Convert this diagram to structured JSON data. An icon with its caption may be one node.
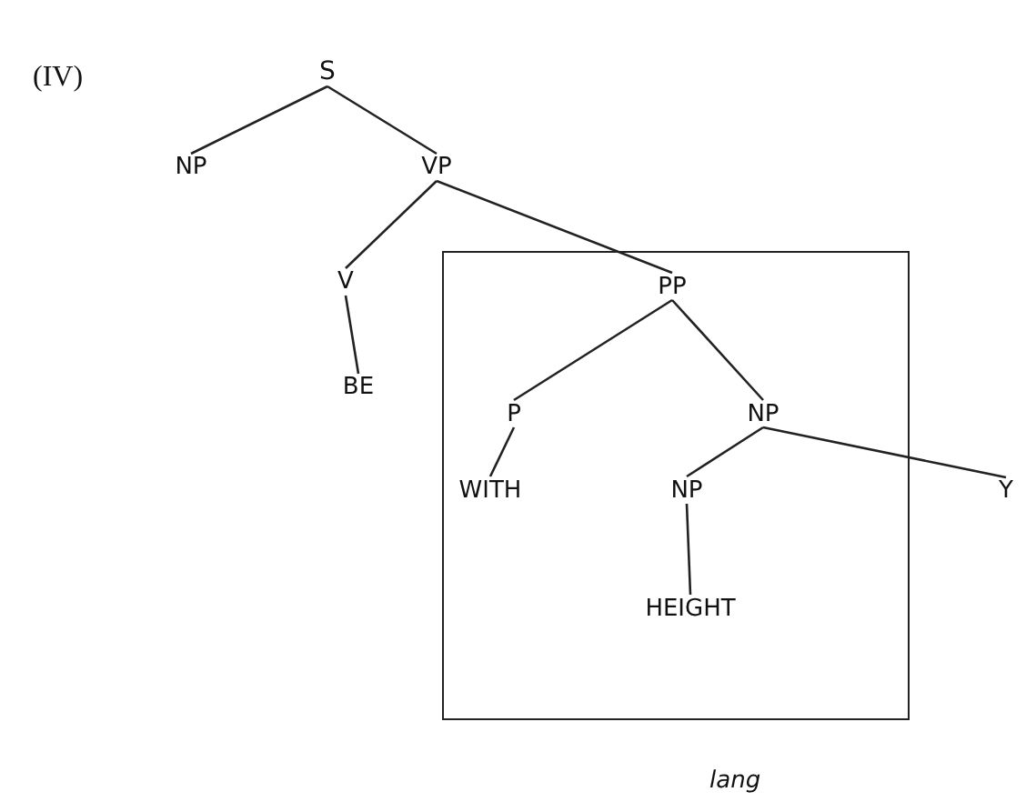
{
  "diagram": {
    "nodes": [
      {
        "text": [
          "S"
        ]
      },
      {
        "text": [
          "NP"
        ]
      },
      {
        "text": [
          "VP"
        ]
      },
      {
        "text": [
          "V"
        ]
      },
      {
        "text": [],
        "shape": "box"
      },
      {
        "text": [
          "PP"
        ],
        "in": 4
      },
      {
        "text": [
          "BE"
        ]
      },
      {
        "text": [
          "P"
        ],
        "in": 4
      },
      {
        "text": [
          "NP"
        ],
        "in": 4
      },
      {
        "text": [
          "WITH"
        ],
        "in": 4
      },
      {
        "text": [
          "NP"
        ],
        "in": 4
      },
      {
        "text": [
          "Y"
        ]
      },
      {
        "text": [
          "HEIGHT"
        ],
        "in": 4
      }
    ],
    "edges": [
      {
        "from": 0,
        "to": 1,
        "arrow": "none"
      },
      {
        "from": 0,
        "to": 2,
        "arrow": "none"
      },
      {
        "from": 2,
        "to": 3,
        "arrow": "none"
      },
      {
        "from": 2,
        "to": 5,
        "arrow": "none"
      },
      {
        "from": 3,
        "to": 6,
        "arrow": "none"
      },
      {
        "from": 5,
        "to": 7,
        "arrow": "none"
      },
      {
        "from": 5,
        "to": 8,
        "arrow": "none"
      },
      {
        "from": 7,
        "to": 9,
        "arrow": "none"
      },
      {
        "from": 8,
        "to": 10,
        "arrow": "none"
      },
      {
        "from": 8,
        "to": 11,
        "arrow": "none"
      },
      {
        "from": 10,
        "to": 12,
        "arrow": "none"
      }
    ],
    "labels": [
      "(IV)",
      "lang"
    ]
  }
}
